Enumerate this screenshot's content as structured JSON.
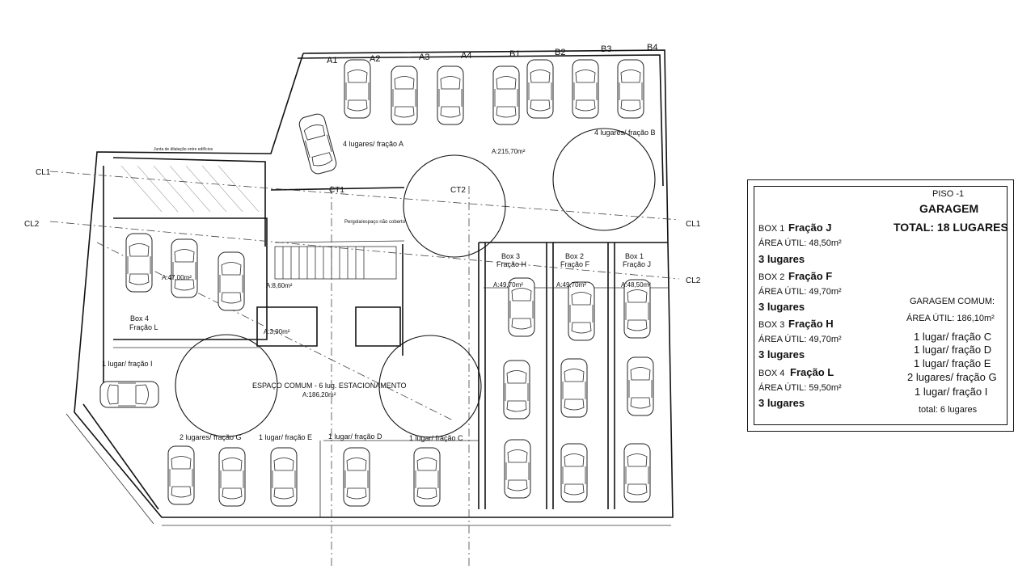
{
  "plan": {
    "space_labels": {
      "a1": "A1",
      "a2": "A2",
      "a3": "A3",
      "a4": "A4",
      "b1": "B1",
      "b2": "B2",
      "b3": "B3",
      "b4": "B4"
    },
    "section_marks": {
      "cl1_left": "CL1",
      "cl2_left": "CL2",
      "cl1_right": "CL1",
      "cl2_right": "CL2",
      "ct1": "CT1",
      "ct2": "CT2"
    },
    "zones": {
      "fracao_a": "4 lugares/ fração A",
      "fracao_b": "4 lugares/ fração B",
      "area_top": "A:215,70m²",
      "box4_area": "A:47,00m²",
      "box4_title": "Box 4",
      "box4_fracao": "Fração L",
      "stair_area": "A:8,60m²",
      "wc_area": "A:3,90m²",
      "box3_title": "Box 3",
      "box3_fracao": "Fração H",
      "box3_area": "A:49,70m²",
      "box2_title": "Box 2",
      "box2_fracao": "Fração F",
      "box2_area": "A:49,70m²",
      "box1_title": "Box 1",
      "box1_fracao": "Fração J",
      "box1_area": "A:48,50m²",
      "lugar_i": "1 lugar/ fração I",
      "comum_title": "ESPAÇO COMUM - 6 lug. ESTACIONAMENTO",
      "comum_area": "A:186,20m²",
      "lugares_g": "2 lugares/ fração G",
      "lugar_e": "1 lugar/ fração E",
      "lugar_d": "1 lugar/ fração D",
      "lugar_c": "1 lugar/ fração C",
      "pergola": "Pergola/espaço não coberto",
      "junta": "Junta de dilatação entre edifícios"
    }
  },
  "legend": {
    "piso": "PISO -1",
    "garagem": "GARAGEM",
    "total": "TOTAL: 18 LUGARES",
    "box1_label": "BOX 1",
    "box1_fracao": "Fração J",
    "box1_area": "ÁREA ÚTIL: 48,50m²",
    "box1_lugares": "3 lugares",
    "box2_label": "BOX 2",
    "box2_fracao": "Fração F",
    "box2_area": "ÁREA ÚTIL: 49,70m²",
    "box2_lugares": "3 lugares",
    "box3_label": "BOX 3",
    "box3_fracao": "Fração H",
    "box3_area": "ÁREA ÚTIL: 49,70m²",
    "box3_lugares": "3 lugares",
    "box4_label": "BOX 4",
    "box4_fracao": "Fração L",
    "box4_area": "ÁREA ÚTIL: 59,50m²",
    "box4_lugares": "3 lugares",
    "comum_title": "GARAGEM COMUM:",
    "comum_area": "ÁREA ÚTIL: 186,10m²",
    "comum_c": "1 lugar/ fração C",
    "comum_d": "1 lugar/ fração D",
    "comum_e": "1 lugar/ fração E",
    "comum_g": "2 lugares/ fração G",
    "comum_i": "1 lugar/ fração I",
    "comum_total": "total: 6 lugares"
  }
}
